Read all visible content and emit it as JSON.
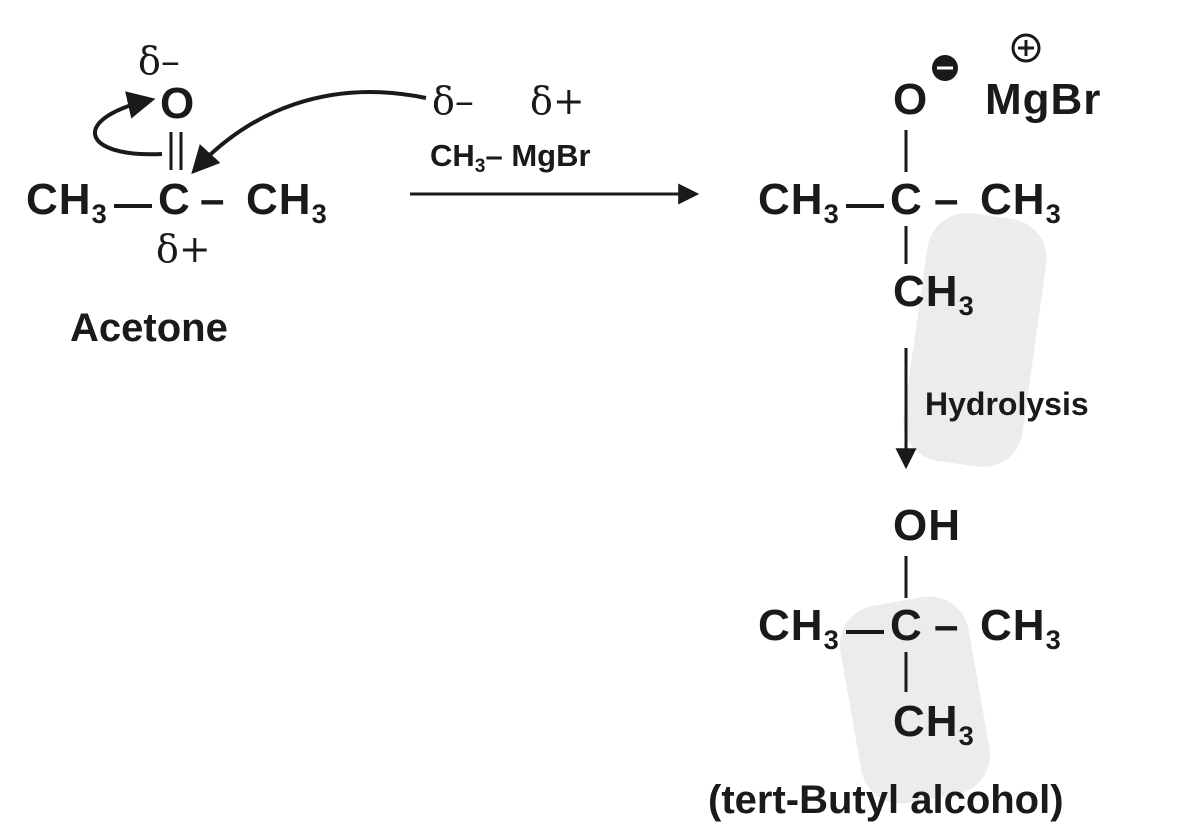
{
  "reactant": {
    "oxygen": "O",
    "left_methyl": "CH",
    "left_methyl_sub": "3",
    "carbon": "C",
    "dash": "–",
    "right_methyl": "CH",
    "right_methyl_sub": "3",
    "delta_minus": "δ–",
    "delta_plus": "δ+",
    "name": "Acetone"
  },
  "reagent": {
    "delta_minus": "δ–",
    "delta_plus": "δ+",
    "formula_a": "CH",
    "formula_sub": "3",
    "formula_b": "– MgBr"
  },
  "intermediate": {
    "oxygen": "O",
    "counter_ion": "MgBr",
    "left_methyl": "CH",
    "left_methyl_sub": "3",
    "carbon": "C",
    "dash": "–",
    "right_methyl": "CH",
    "right_methyl_sub": "3",
    "bottom_methyl": "CH",
    "bottom_methyl_sub": "3"
  },
  "step_label": "Hydrolysis",
  "product": {
    "hydroxyl": "OH",
    "left_methyl": "CH",
    "left_methyl_sub": "3",
    "carbon": "C",
    "dash": "–",
    "right_methyl": "CH",
    "right_methyl_sub": "3",
    "bottom_methyl": "CH",
    "bottom_methyl_sub": "3",
    "name": "(tert-Butyl alcohol)"
  },
  "colors": {
    "ink": "#1a1a1a",
    "watermark": "#ececec"
  }
}
